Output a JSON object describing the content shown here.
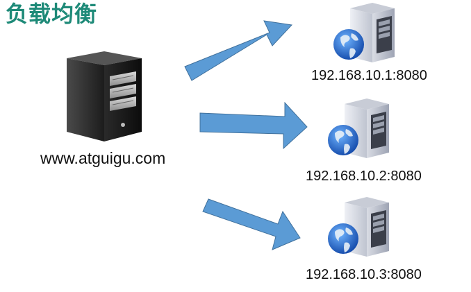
{
  "title": "负载均衡",
  "load_balancer": {
    "domain": "www.atguigu.com"
  },
  "servers": [
    {
      "address": "192.168.10.1:8080"
    },
    {
      "address": "192.168.10.2:8080"
    },
    {
      "address": "192.168.10.3:8080"
    }
  ],
  "colors": {
    "title": "#1e8a78",
    "arrow": "#5b9bd5",
    "arrow_edge": "#41719c"
  },
  "icons": {
    "load_balancer": "tower-server-icon",
    "server": "web-server-globe-icon"
  }
}
